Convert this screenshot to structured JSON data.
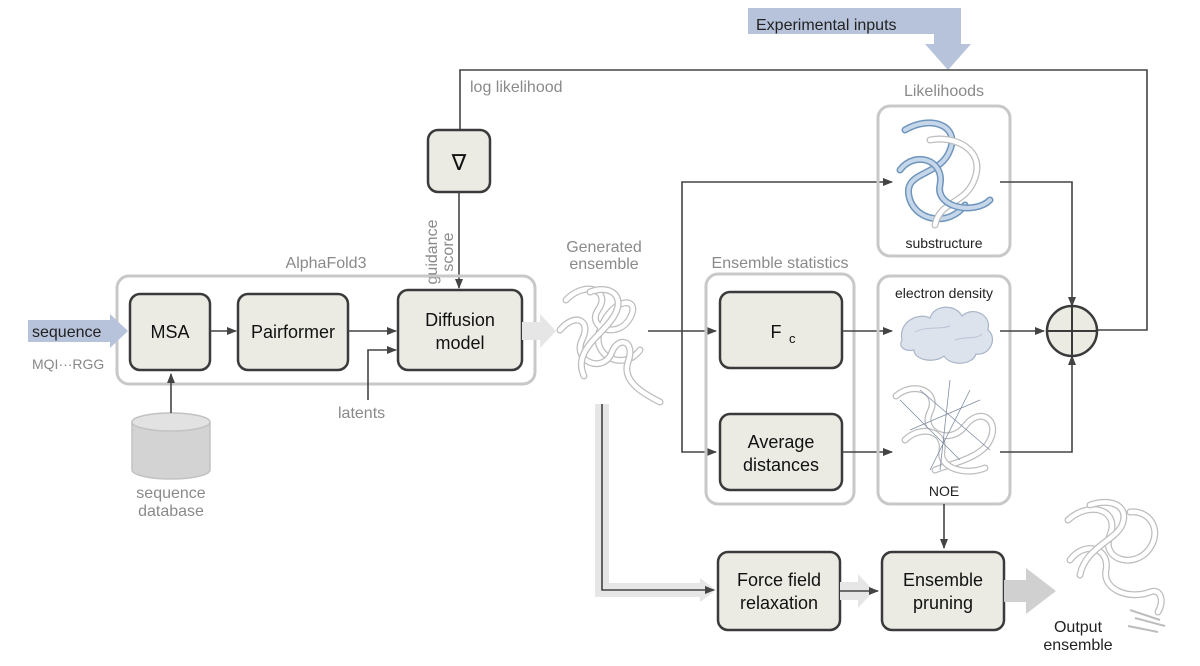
{
  "inputs": {
    "experimental": "Experimental inputs",
    "sequence": "sequence",
    "sequence_example": "MQI···RGG",
    "sequence_db_line1": "sequence",
    "sequence_db_line2": "database",
    "latents": "latents"
  },
  "alphafold": {
    "group_title": "AlphaFold3",
    "msa": "MSA",
    "pairformer": "Pairformer",
    "diffusion_line1": "Diffusion",
    "diffusion_line2": "model"
  },
  "guidance": {
    "gradient_symbol": "∇",
    "log_likelihood": "log likelihood",
    "score_line1": "guidance",
    "score_line2": "score"
  },
  "generated": {
    "line1": "Generated",
    "line2": "ensemble"
  },
  "statistics": {
    "group_title": "Ensemble statistics",
    "fc_main": "F",
    "fc_sub": "c",
    "avg_line1": "Average",
    "avg_line2": "distances"
  },
  "likelihoods": {
    "group_title": "Likelihoods",
    "substructure": "substructure",
    "electron_density": "electron density",
    "noe": "NOE"
  },
  "pruning": {
    "force_line1": "Force field",
    "force_line2": "relaxation",
    "prune_line1": "Ensemble",
    "prune_line2": "pruning"
  },
  "output": {
    "line1": "Output",
    "line2": "ensemble"
  },
  "colors": {
    "box_fill": "#ebebe4",
    "box_stroke": "#3a3a3a",
    "group_stroke": "#c8c8c8",
    "input_arrow": "#b7c3da",
    "fat_arrow": "#e6e6e6"
  }
}
